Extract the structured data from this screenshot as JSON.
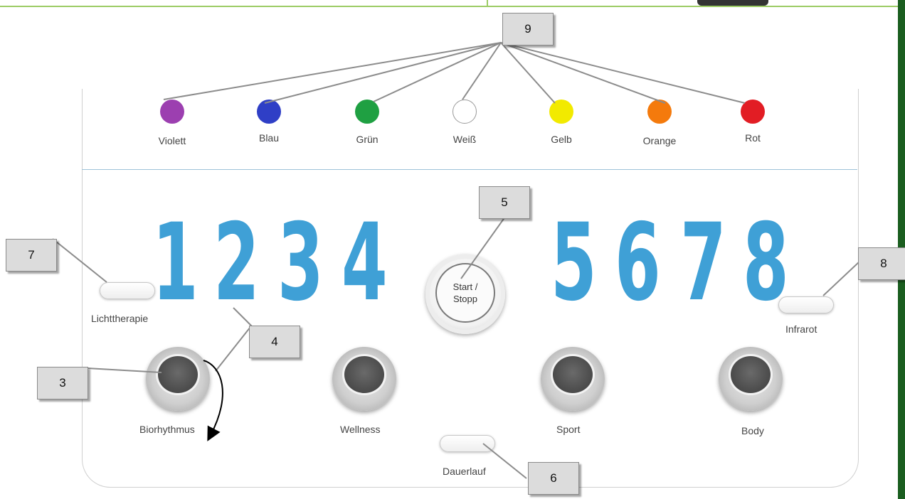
{
  "colors": [
    {
      "label": "Violett",
      "hex": "#9c3fb0"
    },
    {
      "label": "Blau",
      "hex": "#2f3fc6"
    },
    {
      "label": "Grün",
      "hex": "#1fa042"
    },
    {
      "label": "Weiß",
      "hex": "#ffffff"
    },
    {
      "label": "Gelb",
      "hex": "#f2ea00"
    },
    {
      "label": "Orange",
      "hex": "#f47a0c"
    },
    {
      "label": "Rot",
      "hex": "#e21d24"
    }
  ],
  "digits": [
    "1",
    "2",
    "3",
    "4",
    "5",
    "6",
    "7",
    "8"
  ],
  "start_button": {
    "line1": "Start /",
    "line2": "Stopp"
  },
  "switches": {
    "lichttherapie": "Lichttherapie",
    "infrarot": "Infrarot",
    "dauerlauf": "Dauerlauf"
  },
  "knobs": [
    "Biorhythmus",
    "Wellness",
    "Sport",
    "Body"
  ],
  "callouts": {
    "c9": "9",
    "c5": "5",
    "c7": "7",
    "c8": "8",
    "c4": "4",
    "c3": "3",
    "c6": "6"
  }
}
